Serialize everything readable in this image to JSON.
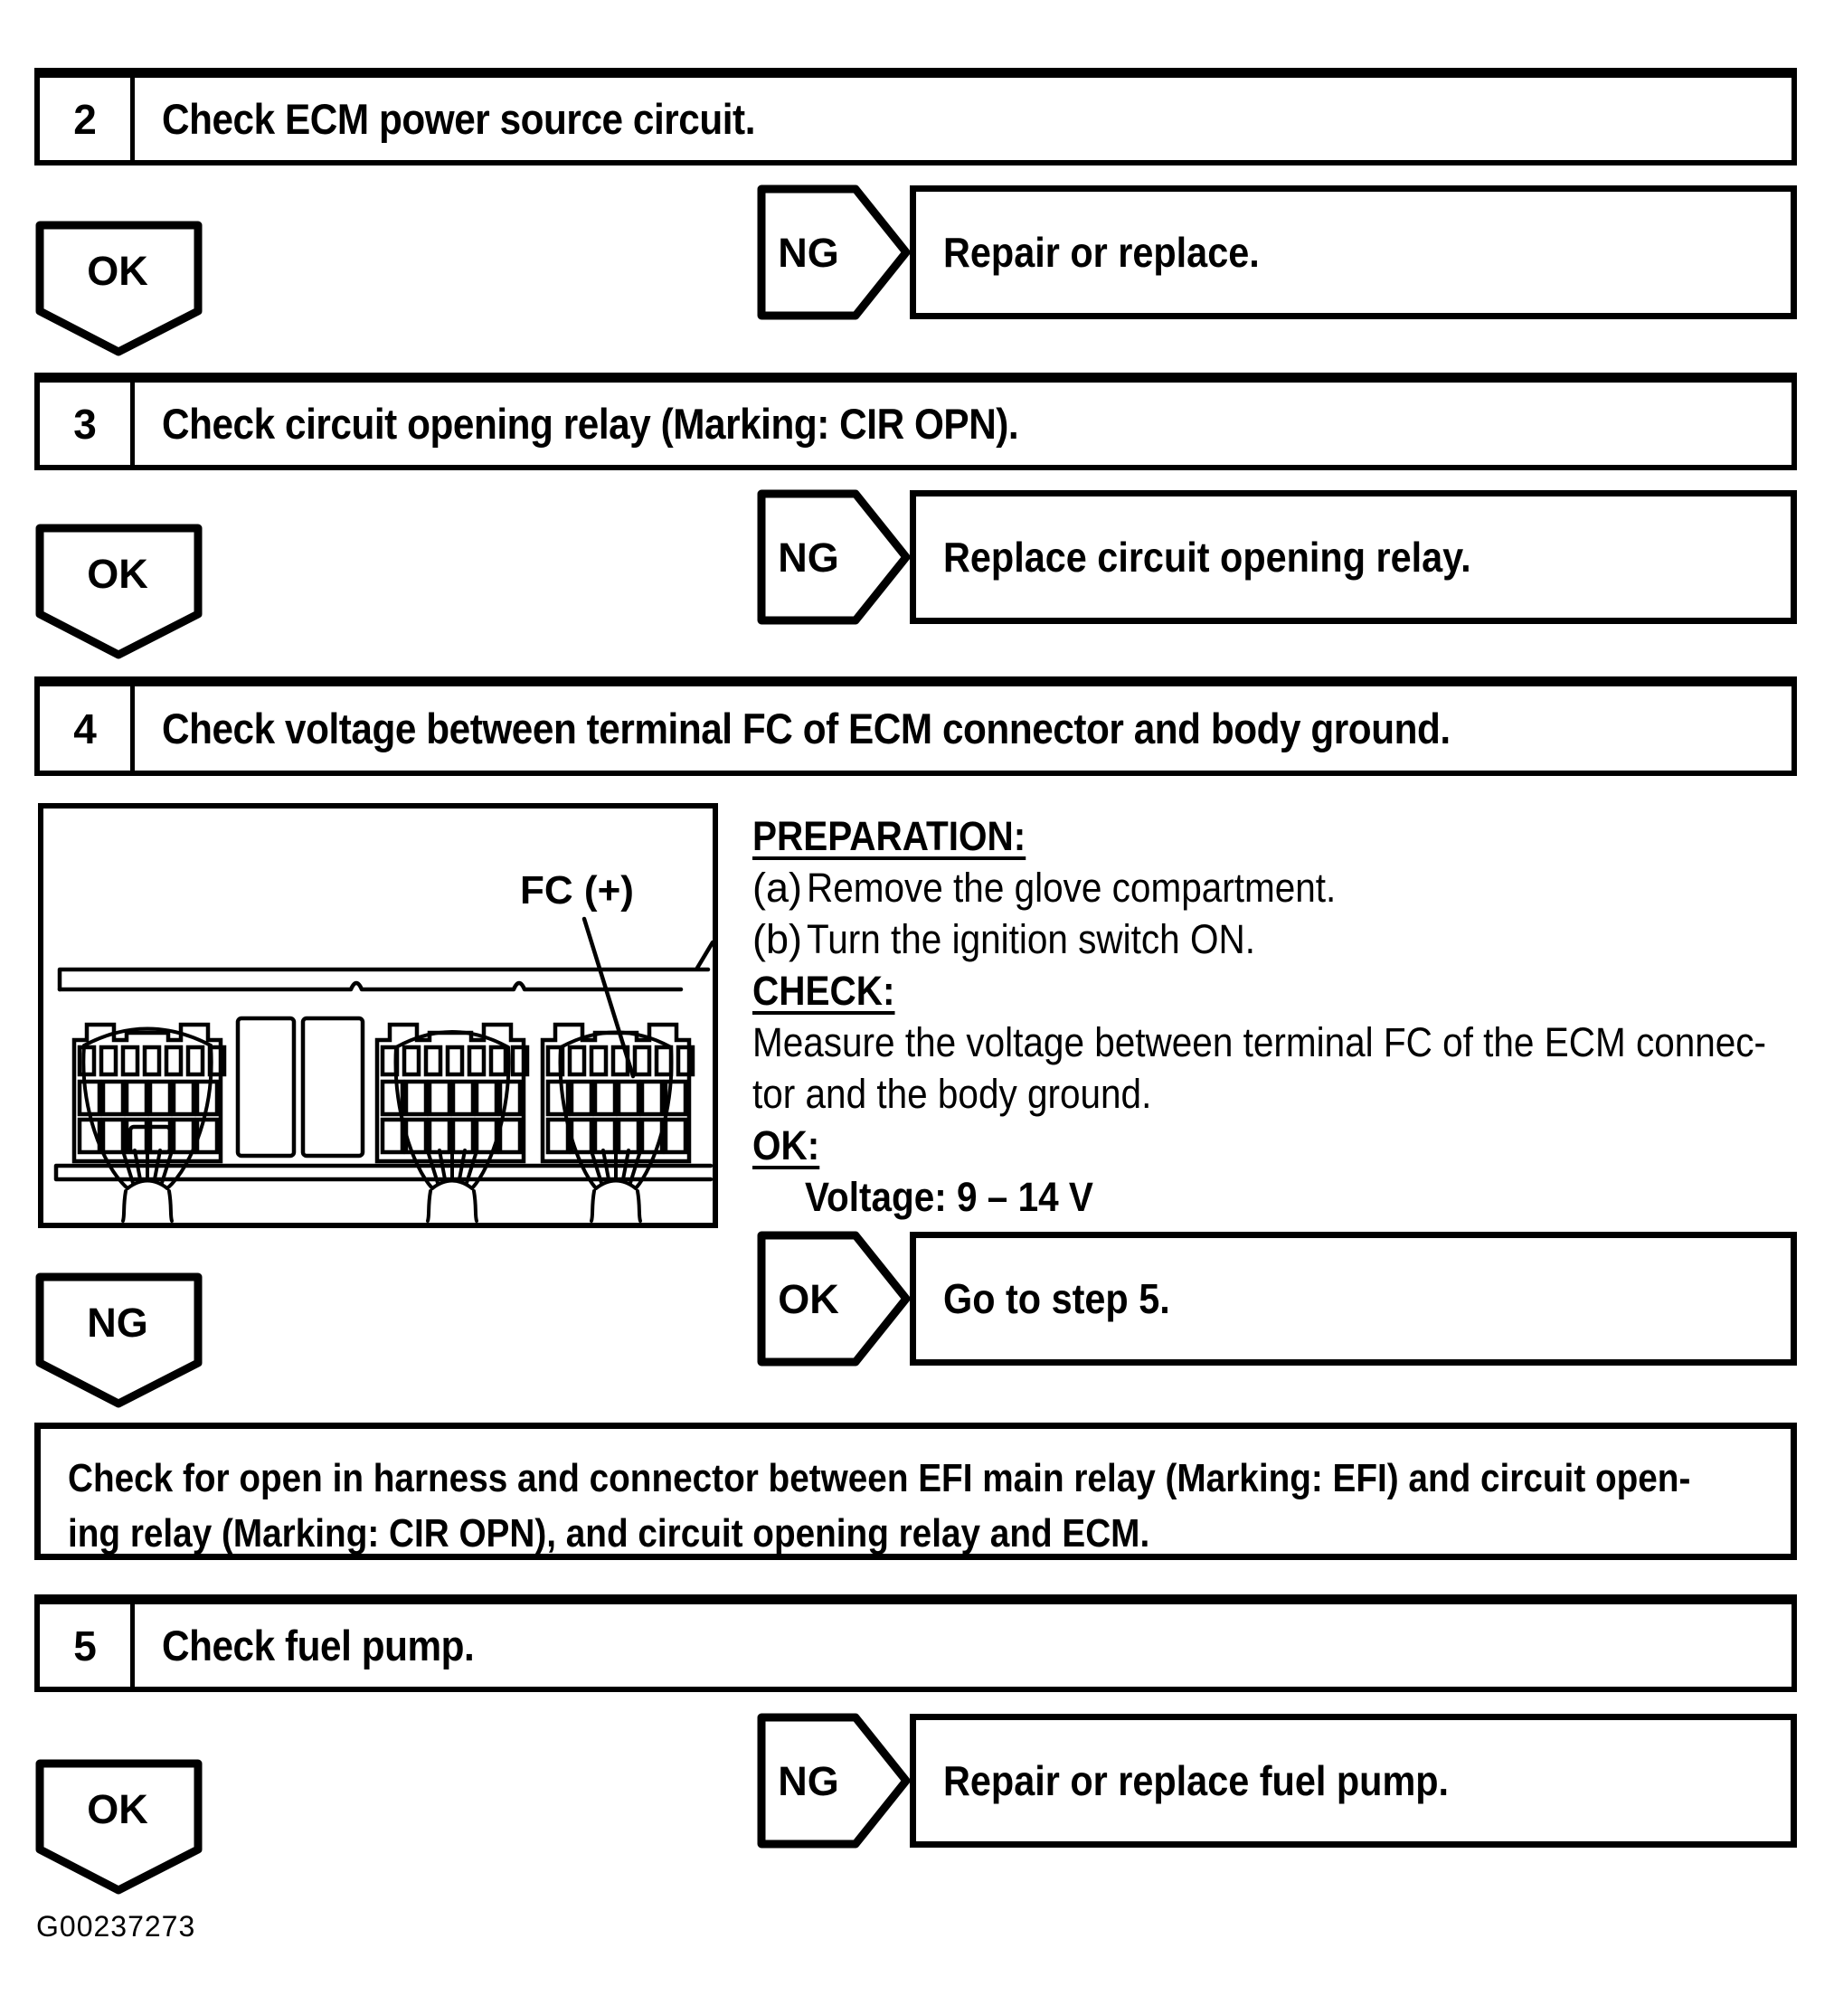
{
  "page": {
    "background": "#ffffff",
    "ink": "#000000",
    "figure_code": "G00237273"
  },
  "labels": {
    "ok": "OK",
    "ng": "NG"
  },
  "steps": {
    "step2": {
      "number": "2",
      "title": "Check ECM power source circuit."
    },
    "step3": {
      "number": "3",
      "title": "Check circuit opening relay (Marking: CIR OPN)."
    },
    "step4": {
      "number": "4",
      "title": "Check voltage between terminal FC of ECM connector and body ground."
    },
    "step5": {
      "number": "5",
      "title": "Check fuel pump."
    }
  },
  "results": {
    "step2_ng": "Repair or replace.",
    "step3_ng": "Replace circuit opening relay.",
    "step4_ok": "Go to step 5.",
    "step5_ng": "Repair or replace fuel pump."
  },
  "step4_detail": {
    "figure_label": "FC (+)",
    "preparation_heading": "PREPARATION:",
    "items": [
      {
        "label": "(a)",
        "text": "Remove the glove compartment."
      },
      {
        "label": "(b)",
        "text": "Turn the ignition switch ON."
      }
    ],
    "check_heading": "CHECK:",
    "check_lines": [
      "Measure the voltage between terminal FC of the ECM connec-",
      "tor and the body ground."
    ],
    "ok_heading": "OK:",
    "ok_spec": "Voltage: 9 – 14 V",
    "ng_result_lines": [
      "Check for open in harness and connector between EFI main relay (Marking: EFI) and circuit open-",
      "ing relay (Marking: CIR OPN), and circuit opening relay and ECM."
    ]
  }
}
